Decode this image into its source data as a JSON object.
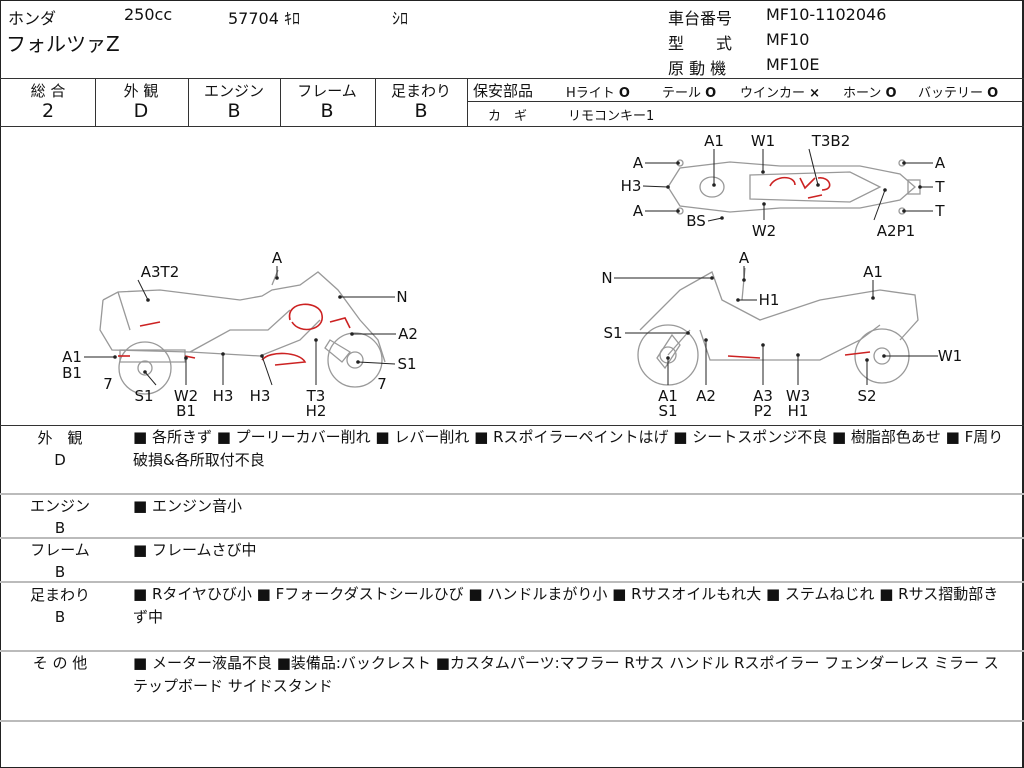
{
  "header": {
    "maker": "ホンダ",
    "displacement": "250cc",
    "mileage": "57704 ｷﾛ",
    "color": "ｼﾛ",
    "model_name": "フォルツァZ",
    "frame_no_label": "車台番号",
    "frame_no": "MF10-1102046",
    "type_label": "型　　式",
    "type": "MF10",
    "engine_label": "原 動 機",
    "engine": "MF10E"
  },
  "grades": [
    {
      "label": "総 合",
      "value": "2"
    },
    {
      "label": "外 観",
      "value": "D"
    },
    {
      "label": "エンジン",
      "value": "B"
    },
    {
      "label": "フレーム",
      "value": "B"
    },
    {
      "label": "足まわり",
      "value": "B"
    }
  ],
  "safety": {
    "label": "保安部品",
    "items": [
      {
        "name": "Hライト",
        "mark": "O"
      },
      {
        "name": "テール",
        "mark": "O"
      },
      {
        "name": "ウインカー",
        "mark": "×"
      },
      {
        "name": "ホーン",
        "mark": "O"
      },
      {
        "name": "バッテリー",
        "mark": "O"
      }
    ],
    "key_label": "カ　ギ",
    "key_value": "リモコンキー1"
  },
  "diagram_labels": [
    "A",
    "A3T2",
    "N",
    "A2",
    "A1",
    "B1",
    "S1",
    "7",
    "7",
    "S1",
    "W2",
    "H3",
    "H3",
    "T3",
    "B1",
    "H2",
    "A",
    "N",
    "A1",
    "H1",
    "S1",
    "W1",
    "A1",
    "A2",
    "A3",
    "W3",
    "S2",
    "S1",
    "P2",
    "H1",
    "A1",
    "W1",
    "T3B2",
    "A",
    "A",
    "H3",
    "T",
    "A",
    "T",
    "BS",
    "W2",
    "A2P1"
  ],
  "remarks": [
    {
      "label": "外　観",
      "grade": "D",
      "text": "■ 各所きず ■ プーリーカバー削れ ■ レバー削れ ■ Rスポイラーペイントはげ ■ シートスポンジ不良 ■ 樹脂部色あせ ■ F周り破損&各所取付不良"
    },
    {
      "label": "エンジン",
      "grade": "B",
      "text": "■ エンジン音小"
    },
    {
      "label": "フレーム",
      "grade": "B",
      "text": "■ フレームさび中"
    },
    {
      "label": "足まわり",
      "grade": "B",
      "text": "■ Rタイヤひび小 ■ Fフォークダストシールひび ■ ハンドルまがり小 ■ Rサスオイルもれ大 ■ ステムねじれ ■ Rサス摺動部きず中"
    },
    {
      "label": "そ の 他",
      "grade": "",
      "text": "■ メーター液晶不良 ■装備品:バックレスト ■カスタムパーツ:マフラー Rサス ハンドル Rスポイラー フェンダーレス ミラー ステップボード サイドスタンド"
    }
  ],
  "colors": {
    "damage_mark": "#cc2222",
    "outline": "#999999"
  }
}
